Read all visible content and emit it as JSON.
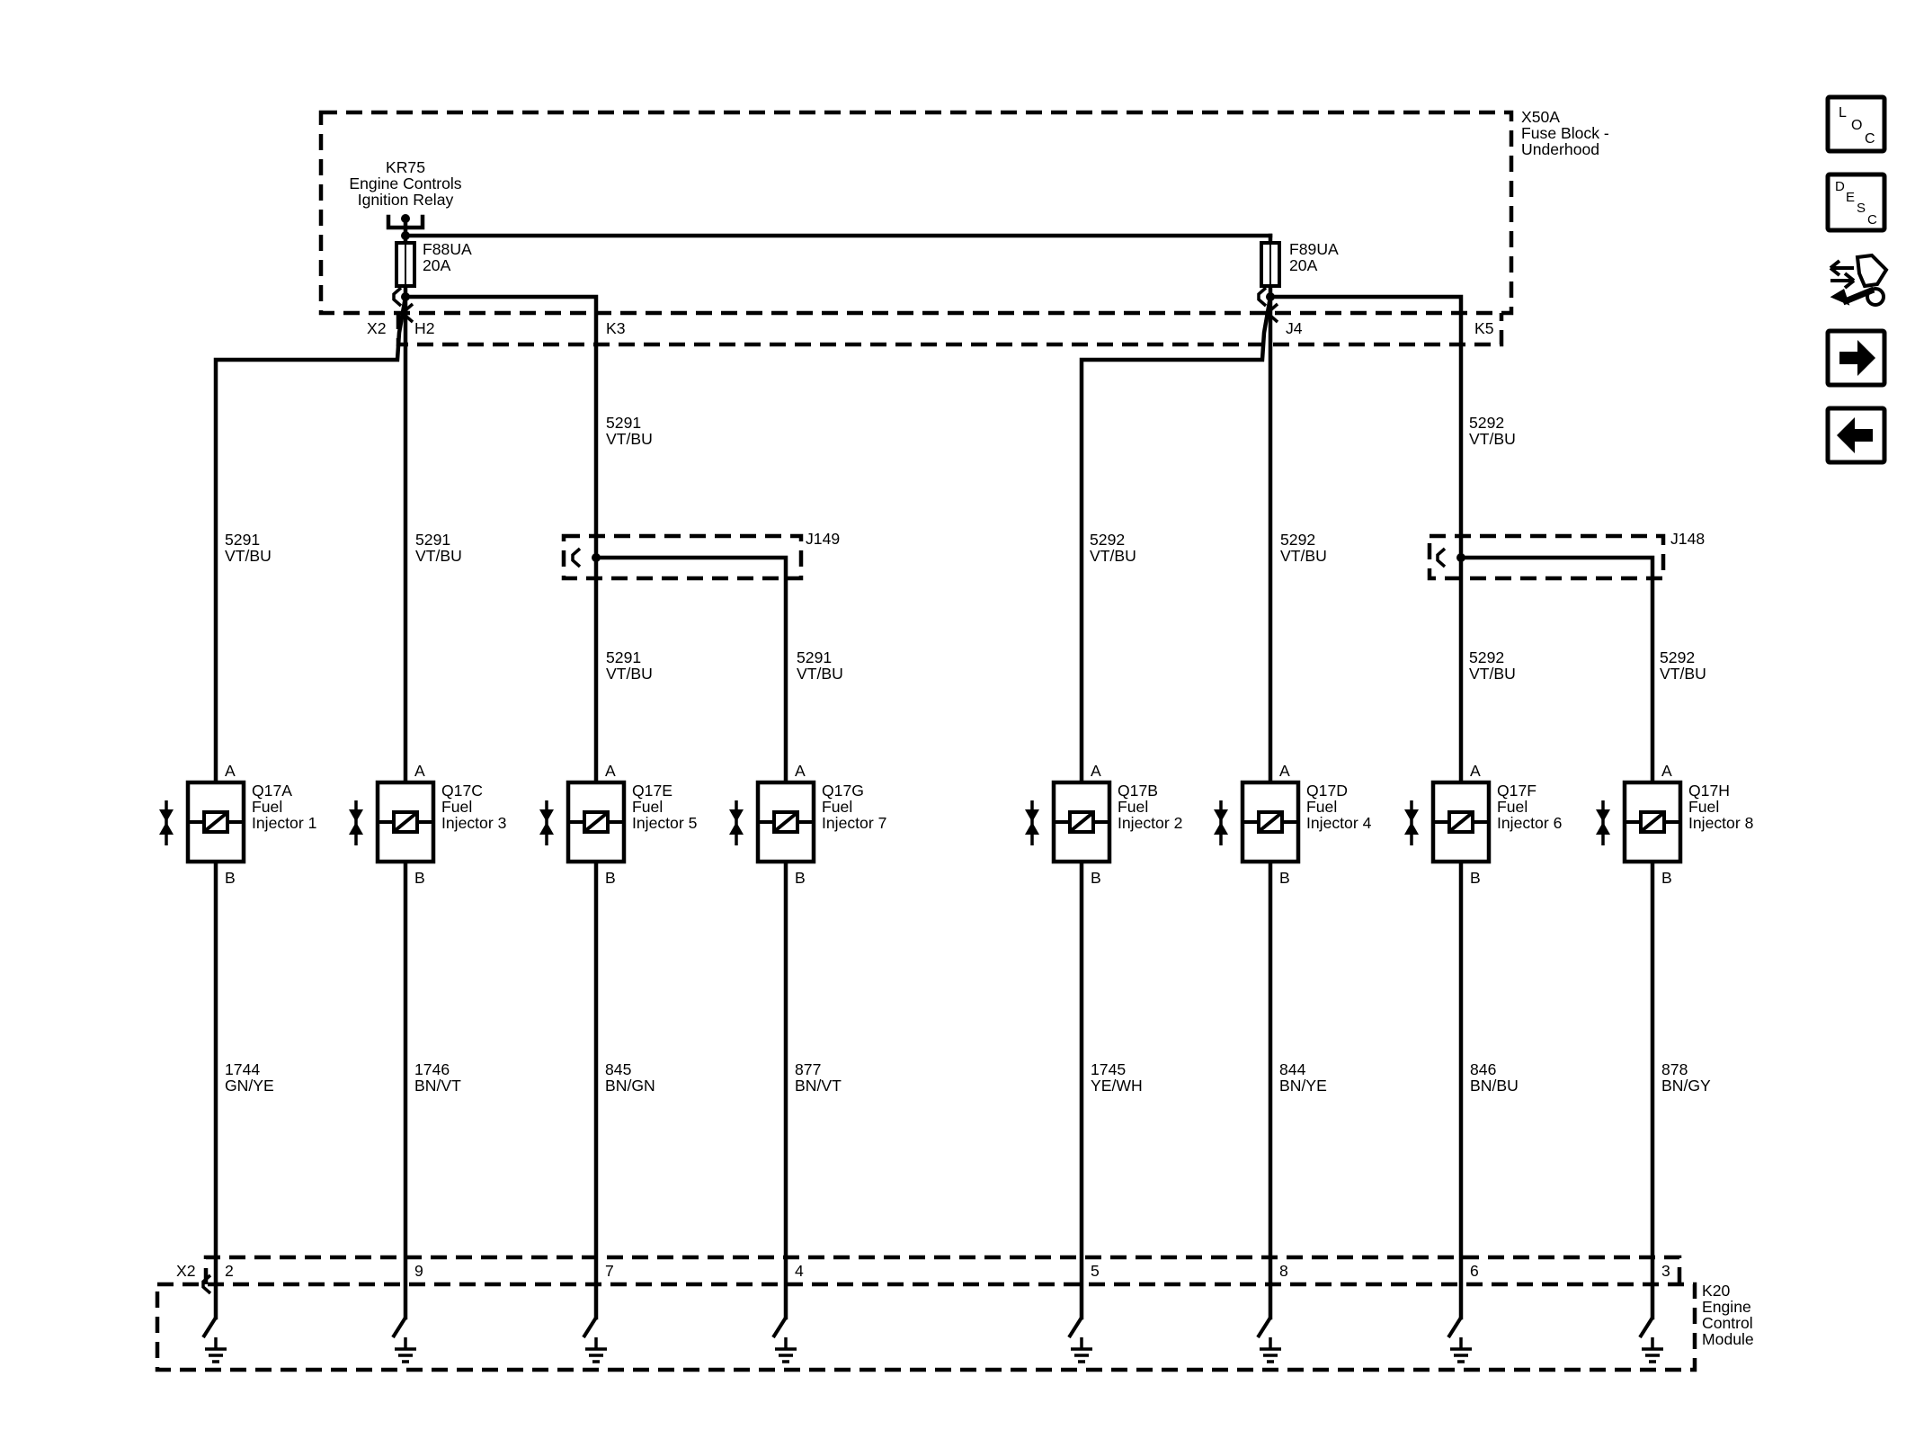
{
  "fuse_block": {
    "id": "X50A",
    "name_line1": "Fuse Block -",
    "name_line2": "Underhood"
  },
  "relay": {
    "id": "KR75",
    "name_line1": "Engine Controls",
    "name_line2": "Ignition Relay"
  },
  "fuses": [
    {
      "id": "F88UA",
      "rating": "20A"
    },
    {
      "id": "F89UA",
      "rating": "20A"
    }
  ],
  "fuse_block_connector": "X2",
  "fuse_block_pins": [
    "H2",
    "K3",
    "J4",
    "K5"
  ],
  "splices": [
    "J149",
    "J148"
  ],
  "feed_circuits": [
    {
      "num": "5291",
      "color": "VT/BU"
    },
    {
      "num": "5292",
      "color": "VT/BU"
    }
  ],
  "injectors": [
    {
      "id": "Q17A",
      "line1": "Fuel",
      "line2": "Injector 1",
      "pin_top": "A",
      "pin_bottom": "B",
      "ctrl_num": "1744",
      "ctrl_color": "GN/YE",
      "ecm_pin": "2"
    },
    {
      "id": "Q17C",
      "line1": "Fuel",
      "line2": "Injector 3",
      "pin_top": "A",
      "pin_bottom": "B",
      "ctrl_num": "1746",
      "ctrl_color": "BN/VT",
      "ecm_pin": "9"
    },
    {
      "id": "Q17E",
      "line1": "Fuel",
      "line2": "Injector 5",
      "pin_top": "A",
      "pin_bottom": "B",
      "ctrl_num": "845",
      "ctrl_color": "BN/GN",
      "ecm_pin": "7"
    },
    {
      "id": "Q17G",
      "line1": "Fuel",
      "line2": "Injector 7",
      "pin_top": "A",
      "pin_bottom": "B",
      "ctrl_num": "877",
      "ctrl_color": "BN/VT",
      "ecm_pin": "4"
    },
    {
      "id": "Q17B",
      "line1": "Fuel",
      "line2": "Injector 2",
      "pin_top": "A",
      "pin_bottom": "B",
      "ctrl_num": "1745",
      "ctrl_color": "YE/WH",
      "ecm_pin": "5"
    },
    {
      "id": "Q17D",
      "line1": "Fuel",
      "line2": "Injector 4",
      "pin_top": "A",
      "pin_bottom": "B",
      "ctrl_num": "844",
      "ctrl_color": "BN/YE",
      "ecm_pin": "8"
    },
    {
      "id": "Q17F",
      "line1": "Fuel",
      "line2": "Injector 6",
      "pin_top": "A",
      "pin_bottom": "B",
      "ctrl_num": "846",
      "ctrl_color": "BN/BU",
      "ecm_pin": "6"
    },
    {
      "id": "Q17H",
      "line1": "Fuel",
      "line2": "Injector 8",
      "pin_top": "A",
      "pin_bottom": "B",
      "ctrl_num": "878",
      "ctrl_color": "BN/GY",
      "ecm_pin": "3"
    }
  ],
  "ecm": {
    "connector": "X2",
    "id": "K20",
    "line1": "Engine",
    "line2": "Control",
    "line3": "Module"
  },
  "side_buttons": {
    "loc": {
      "l1": "L",
      "l2": "O",
      "l3": "C",
      "icon": "loc-icon"
    },
    "desc": {
      "l1": "D",
      "l2": "E",
      "l3": "S",
      "l4": "C",
      "icon": "desc-icon"
    },
    "connector_icon": "connector-wrench-icon",
    "next_icon": "arrow-right-icon",
    "prev_icon": "arrow-left-icon"
  }
}
